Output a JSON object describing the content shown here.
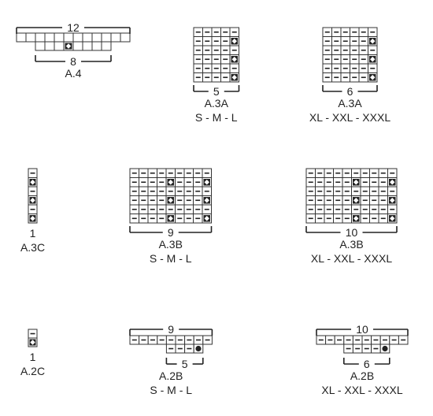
{
  "symbols": {
    "purl": "purl-dash",
    "diamond": "diamond-stitch",
    "dot": "bobble-dot"
  },
  "colors": {
    "line": "#333333",
    "fill": "#ffffff",
    "ink": "#222222"
  },
  "charts": [
    {
      "id": "A.4",
      "title": "A.4",
      "sizes": "",
      "top_count": "12",
      "bottom_count": "8",
      "rows": [
        "            ",
        "  ___d___   "
      ]
    },
    {
      "id": "A.3A-1",
      "title": "A.3A",
      "sizes": "S - M - L",
      "top_count": "",
      "bottom_count": "5",
      "rows": [
        "-----",
        "----d",
        "-----",
        "----d",
        "-----",
        "----d"
      ]
    },
    {
      "id": "A.3A-2",
      "title": "A.3A",
      "sizes": "XL - XXL - XXXL",
      "top_count": "",
      "bottom_count": "6",
      "rows": [
        "------",
        "-----d",
        "------",
        "-----d",
        "------",
        "-----d"
      ]
    },
    {
      "id": "A.3C",
      "title": "A.3C",
      "sizes": "",
      "top_count": "",
      "bottom_count": "1",
      "rows": [
        "-",
        "d",
        "-",
        "d",
        "-",
        "d"
      ]
    },
    {
      "id": "A.3B-1",
      "title": "A.3B",
      "sizes": "S - M - L",
      "top_count": "",
      "bottom_count": "9",
      "rows": [
        "---------",
        "----d---d",
        "---------",
        "----d---d",
        "---------",
        "----d---d"
      ]
    },
    {
      "id": "A.3B-2",
      "title": "A.3B",
      "sizes": "XL - XXL - XXXL",
      "top_count": "",
      "bottom_count": "10",
      "rows": [
        "----------",
        "-----d---d",
        "----------",
        "-----d---d",
        "----------",
        "-----d---d"
      ]
    },
    {
      "id": "A.2C",
      "title": "A.2C",
      "sizes": "",
      "top_count": "",
      "bottom_count": "1",
      "rows": [
        "-",
        "d"
      ]
    },
    {
      "id": "A.2B-1",
      "title": "A.2B",
      "sizes": "S - M - L",
      "top_count": "9",
      "bottom_count": "5",
      "rows": [
        "---------",
        "    ---o "
      ]
    },
    {
      "id": "A.2B-2",
      "title": "A.2B",
      "sizes": "XL - XXL - XXXL",
      "top_count": "10",
      "bottom_count": "6",
      "rows": [
        "----------",
        "   ----o  "
      ]
    }
  ]
}
